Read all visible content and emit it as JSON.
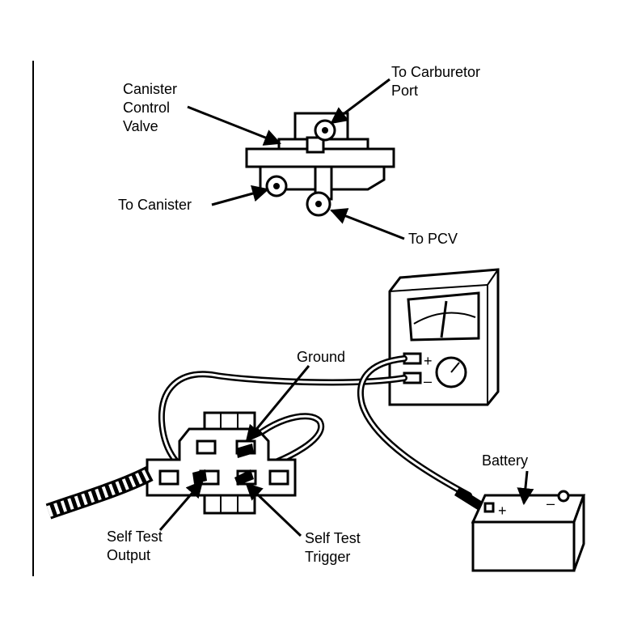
{
  "labels": {
    "canister_control_valve": [
      "Canister",
      "Control",
      "Valve"
    ],
    "to_carburetor_port": [
      "To Carburetor",
      "Port"
    ],
    "to_canister": "To Canister",
    "to_pcv": "To PCV",
    "ground": "Ground",
    "battery": "Battery",
    "self_test_output": [
      "Self Test",
      "Output"
    ],
    "self_test_trigger": [
      "Self Test",
      "Trigger"
    ],
    "meter_plus": "+",
    "meter_minus": "–",
    "battery_plus": "+",
    "battery_minus": "–"
  }
}
